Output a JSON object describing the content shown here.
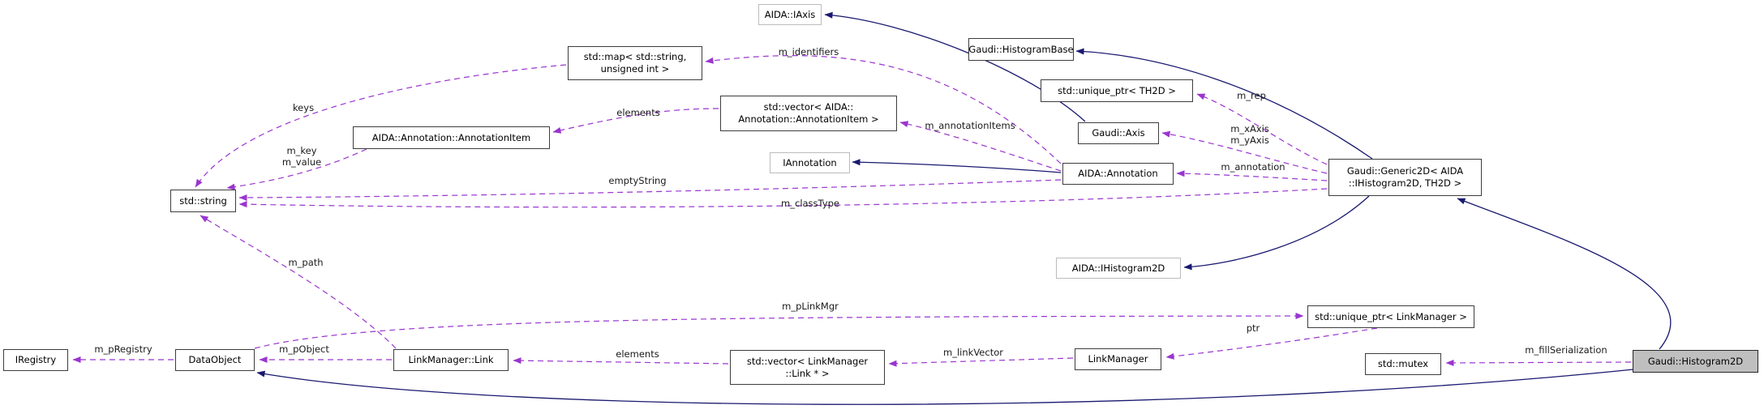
{
  "diagram": {
    "kind": "doxygen-collaboration-graph",
    "target_class": "Gaudi::Histogram2D",
    "colors": {
      "inheritance_edge": "#191970",
      "usage_edge": "#9a35cf",
      "node_border": "#3d3d3d",
      "external_node_border": "#bcbcbc",
      "target_node_fill": "#bfbfbf"
    },
    "nodes": [
      {
        "label": "AIDA::IAxis",
        "type": "external"
      },
      {
        "label": "Gaudi::HistogramBase",
        "type": "class"
      },
      {
        "label": "std::map< std::string,\nunsigned int >",
        "type": "class"
      },
      {
        "label": "std::unique_ptr< TH2D >",
        "type": "class"
      },
      {
        "label": "AIDA::Annotation::AnnotationItem",
        "type": "class"
      },
      {
        "label": "std::vector< AIDA::\nAnnotation::AnnotationItem >",
        "type": "class"
      },
      {
        "label": "IAnnotation",
        "type": "external"
      },
      {
        "label": "Gaudi::Axis",
        "type": "class"
      },
      {
        "label": "AIDA::Annotation",
        "type": "class"
      },
      {
        "label": "Gaudi::Generic2D< AIDA\n::IHistogram2D, TH2D >",
        "type": "class"
      },
      {
        "label": "std::string",
        "type": "class"
      },
      {
        "label": "AIDA::IHistogram2D",
        "type": "external"
      },
      {
        "label": "std::unique_ptr< LinkManager >",
        "type": "class"
      },
      {
        "label": "IRegistry",
        "type": "class"
      },
      {
        "label": "DataObject",
        "type": "class"
      },
      {
        "label": "LinkManager::Link",
        "type": "class"
      },
      {
        "label": "std::vector< LinkManager\n::Link * >",
        "type": "class"
      },
      {
        "label": "LinkManager",
        "type": "class"
      },
      {
        "label": "std::mutex",
        "type": "class"
      },
      {
        "label": "Gaudi::Histogram2D",
        "type": "target"
      }
    ],
    "edges": [
      {
        "from": "Gaudi::Axis",
        "to": "AIDA::IAxis",
        "kind": "inheritance",
        "label": ""
      },
      {
        "from": "Gaudi::Generic2D< AIDA::IHistogram2D, TH2D >",
        "to": "Gaudi::HistogramBase",
        "kind": "inheritance",
        "label": ""
      },
      {
        "from": "AIDA::Annotation",
        "to": "IAnnotation",
        "kind": "inheritance",
        "label": ""
      },
      {
        "from": "Gaudi::Generic2D< AIDA::IHistogram2D, TH2D >",
        "to": "AIDA::IHistogram2D",
        "kind": "inheritance",
        "label": ""
      },
      {
        "from": "Gaudi::Histogram2D",
        "to": "Gaudi::Generic2D< AIDA::IHistogram2D, TH2D >",
        "kind": "inheritance",
        "label": ""
      },
      {
        "from": "Gaudi::Histogram2D",
        "to": "DataObject",
        "kind": "inheritance",
        "label": ""
      },
      {
        "from": "AIDA::Annotation",
        "to": "std::map< std::string, unsigned int >",
        "kind": "usage",
        "label": "m_identifiers"
      },
      {
        "from": "std::map< std::string, unsigned int >",
        "to": "std::string",
        "kind": "usage",
        "label": "keys"
      },
      {
        "from": "std::vector< AIDA::Annotation::AnnotationItem >",
        "to": "AIDA::Annotation::AnnotationItem",
        "kind": "usage",
        "label": "elements"
      },
      {
        "from": "AIDA::Annotation::AnnotationItem",
        "to": "std::string",
        "kind": "usage",
        "label": "m_key\nm_value"
      },
      {
        "from": "AIDA::Annotation",
        "to": "std::vector< AIDA::Annotation::AnnotationItem >",
        "kind": "usage",
        "label": "m_annotationItems"
      },
      {
        "from": "Gaudi::Generic2D< AIDA::IHistogram2D, TH2D >",
        "to": "std::unique_ptr< TH2D >",
        "kind": "usage",
        "label": "m_rep"
      },
      {
        "from": "Gaudi::Generic2D< AIDA::IHistogram2D, TH2D >",
        "to": "Gaudi::Axis",
        "kind": "usage",
        "label": "m_xAxis\nm_yAxis"
      },
      {
        "from": "Gaudi::Generic2D< AIDA::IHistogram2D, TH2D >",
        "to": "AIDA::Annotation",
        "kind": "usage",
        "label": "m_annotation"
      },
      {
        "from": "AIDA::Annotation",
        "to": "std::string",
        "kind": "usage",
        "label": "emptyString"
      },
      {
        "from": "Gaudi::Generic2D< AIDA::IHistogram2D, TH2D >",
        "to": "std::string",
        "kind": "usage",
        "label": "m_classType"
      },
      {
        "from": "LinkManager::Link",
        "to": "std::string",
        "kind": "usage",
        "label": "m_path"
      },
      {
        "from": "DataObject",
        "to": "std::unique_ptr< LinkManager >",
        "kind": "usage",
        "label": "m_pLinkMgr"
      },
      {
        "from": "DataObject",
        "to": "IRegistry",
        "kind": "usage",
        "label": "m_pRegistry"
      },
      {
        "from": "LinkManager::Link",
        "to": "DataObject",
        "kind": "usage",
        "label": "m_pObject"
      },
      {
        "from": "std::vector< LinkManager::Link * >",
        "to": "LinkManager::Link",
        "kind": "usage",
        "label": "elements"
      },
      {
        "from": "LinkManager",
        "to": "std::vector< LinkManager::Link * >",
        "kind": "usage",
        "label": "m_linkVector"
      },
      {
        "from": "std::unique_ptr< LinkManager >",
        "to": "LinkManager",
        "kind": "usage",
        "label": "ptr"
      },
      {
        "from": "Gaudi::Histogram2D",
        "to": "std::mutex",
        "kind": "usage",
        "label": "m_fillSerialization"
      }
    ]
  }
}
